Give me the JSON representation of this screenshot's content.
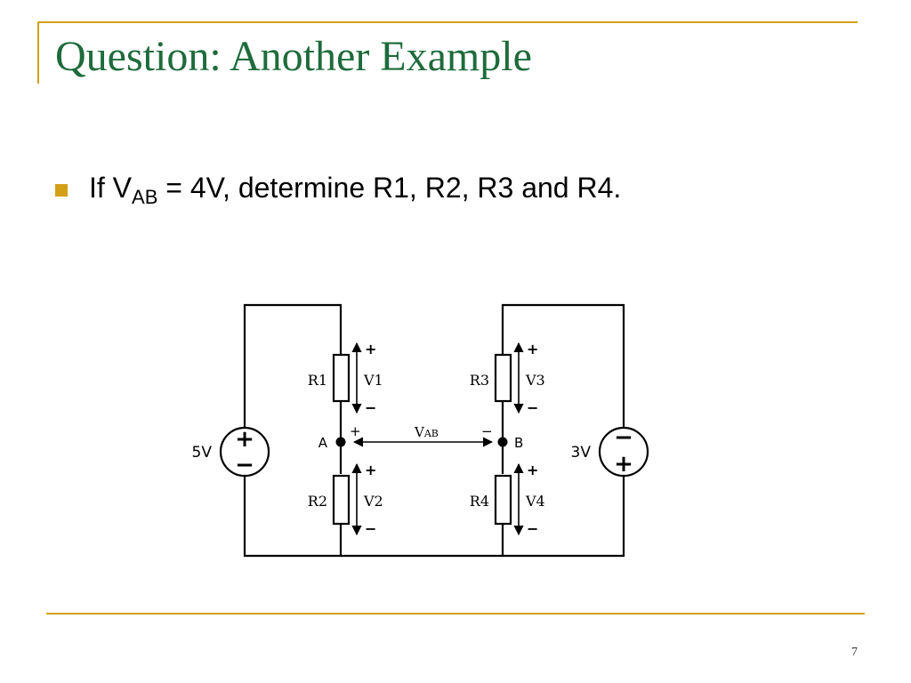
{
  "slide": {
    "title": "Question: Another Example",
    "bullet": {
      "prefix": "If V",
      "subscript": "AB",
      "suffix": " = 4V, determine R1, R2, R3 and R4."
    },
    "page_number": "7"
  },
  "circuit": {
    "sources": {
      "left": {
        "label": "5V",
        "top_sign": "+",
        "bottom_sign": "−"
      },
      "right": {
        "label": "3V",
        "top_sign": "−",
        "bottom_sign": "+"
      }
    },
    "nodes": {
      "a": "A",
      "b": "B"
    },
    "resistors": {
      "r1": "R1",
      "r2": "R2",
      "r3": "R3",
      "r4": "R4"
    },
    "voltages": {
      "v1": "V1",
      "v2": "V2",
      "v3": "V3",
      "v4": "V4"
    },
    "vab": {
      "prefix": "V",
      "subscript": "AB",
      "plus": "+",
      "minus": "−"
    },
    "polarity": {
      "plus": "+",
      "minus": "−"
    }
  },
  "colors": {
    "title": "#1E6B3C",
    "accent": "#D4A017",
    "wire": "#000000"
  }
}
